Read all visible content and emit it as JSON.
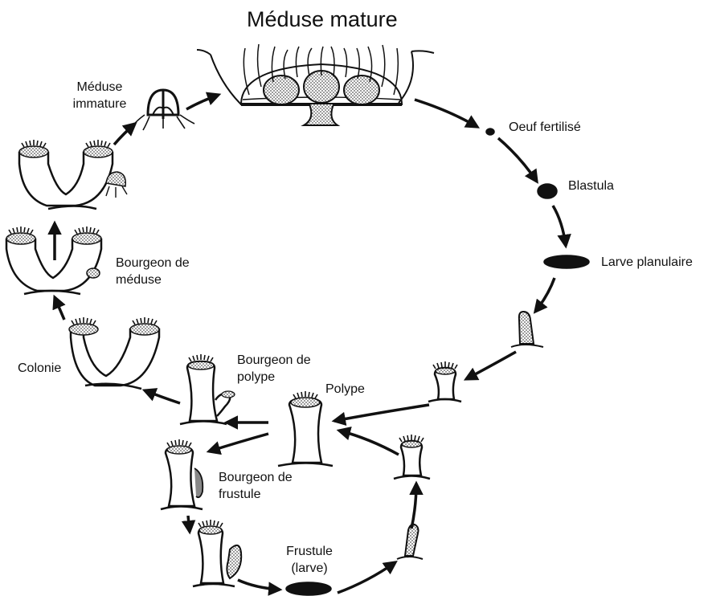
{
  "title": "Méduse mature",
  "labels": {
    "immature": "Méduse\nimmature",
    "oeuf": "Oeuf fertilisé",
    "blastula": "Blastula",
    "planulaire": "Larve planulaire",
    "bourgeon_meduse": "Bourgeon de\nméduse",
    "colonie": "Colonie",
    "bourgeon_polype": "Bourgeon de\npolype",
    "polype": "Polype",
    "bourgeon_frustule": "Bourgeon de\nfrustule",
    "frustule": "Frustule\n(larve)"
  },
  "colors": {
    "ink": "#111111",
    "stipple": "#9a9a9a"
  }
}
